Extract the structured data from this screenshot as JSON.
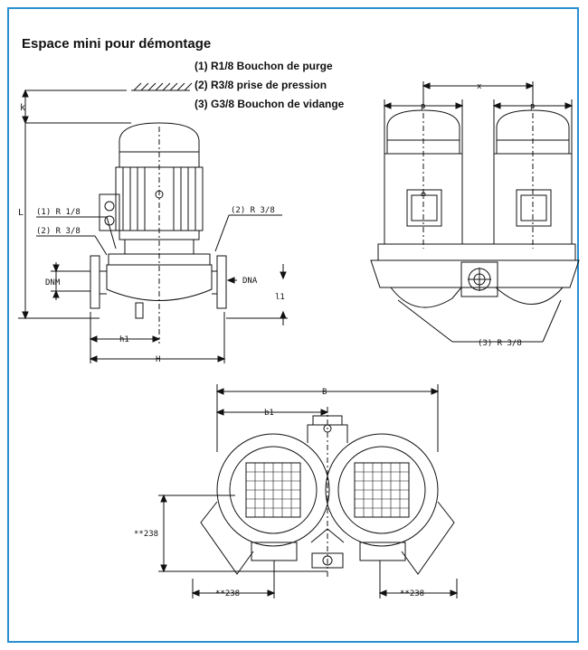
{
  "header": {
    "title": "Espace mini pour démontage",
    "legend": [
      "(1) R1/8 Bouchon de purge",
      "(2) R3/8 prise de pression",
      "(3) G3/8 Bouchon de vidange"
    ]
  },
  "labels": {
    "k": "k",
    "L": "L",
    "r18": "(1) R 1/8",
    "r38a": "(2) R 3/8",
    "r38b": "(2) R 3/8",
    "dnm": "DNM",
    "dna": "DNA",
    "l1": "l1",
    "h1": "h1",
    "H": "H",
    "x": "x",
    "p1": "p",
    "p2": "p",
    "r38c": "(3) R 3/8",
    "B": "B",
    "b1": "b1",
    "d238v": "**238",
    "d238l": "**238",
    "d238r": "**238"
  }
}
